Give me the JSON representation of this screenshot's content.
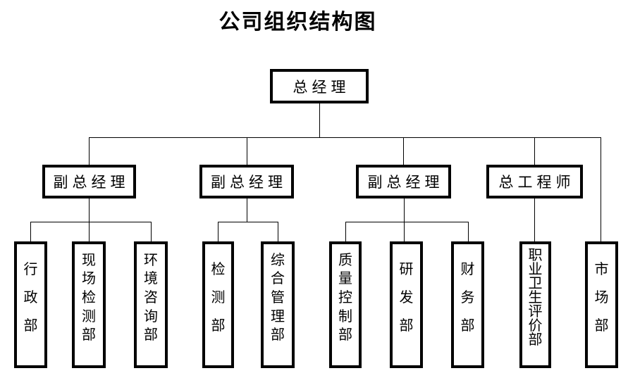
{
  "title": "公司组织结构图",
  "org": {
    "root": {
      "label": "总经理"
    },
    "branches": [
      {
        "label": "副总经理",
        "children": [
          "行政部",
          "现场检测部",
          "环境咨询部"
        ]
      },
      {
        "label": "副总经理",
        "children": [
          "检测部",
          "综合管理部"
        ]
      },
      {
        "label": "副总经理",
        "children": [
          "质量控制部",
          "研发部",
          "财务部"
        ]
      },
      {
        "label": "总工程师",
        "children": [
          "职业卫生评价部"
        ]
      }
    ],
    "direct_reports": [
      "市场部"
    ],
    "colors": {
      "line": "#000000",
      "border": "#000000",
      "text": "#000000",
      "background": "#ffffff"
    }
  }
}
